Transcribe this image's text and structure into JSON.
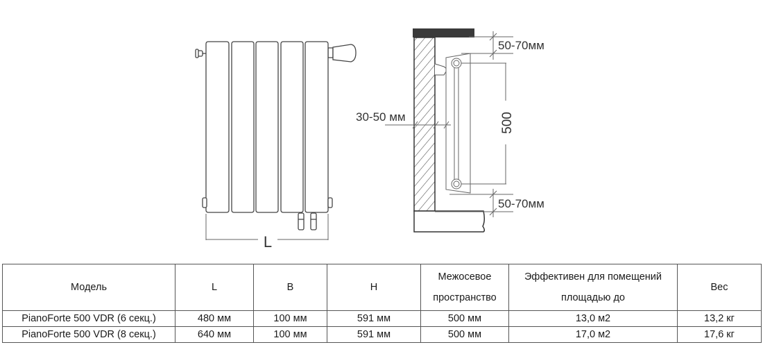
{
  "diagram": {
    "front_view": {
      "sections_shown": 5,
      "width_label": "L"
    },
    "side_view": {
      "top_clearance_label": "50-70мм",
      "bottom_clearance_label": "50-70мм",
      "wall_gap_label": "30-50 мм",
      "axis_distance_label": "500"
    }
  },
  "table": {
    "headers": {
      "model": "Модель",
      "L": "L",
      "B": "B",
      "H": "H",
      "axis_line1": "Межосевое",
      "axis_line2": "пространство",
      "area_line1": "Эффективен для помещений",
      "area_line2": "площадью до",
      "weight": "Вес"
    },
    "rows": [
      {
        "model": "PianoForte 500 VDR (6 секц.)",
        "L": "480 мм",
        "B": "100 мм",
        "H": "591 мм",
        "axis": "500 мм",
        "area": "13,0 м2",
        "weight": "13,2 кг"
      },
      {
        "model": "PianoForte 500 VDR (8 секц.)",
        "L": "640 мм",
        "B": "100 мм",
        "H": "591 мм",
        "axis": "500 мм",
        "area": "17,0 м2",
        "weight": "17,6 кг"
      }
    ]
  }
}
